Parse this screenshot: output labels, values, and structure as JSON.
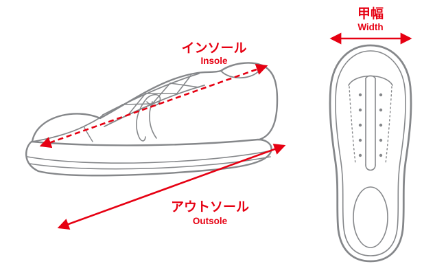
{
  "diagram": {
    "title": "shoe-size-measurement-guide",
    "labels": {
      "insole_jp": "インソール",
      "insole_en": "Insole",
      "outsole_jp": "アウトソール",
      "outsole_en": "Outsole",
      "width_jp": "甲幅",
      "width_en": "Width"
    },
    "colors": {
      "accent_red": "#e60012",
      "line_gray": "#85878a",
      "background": "#ffffff"
    }
  }
}
